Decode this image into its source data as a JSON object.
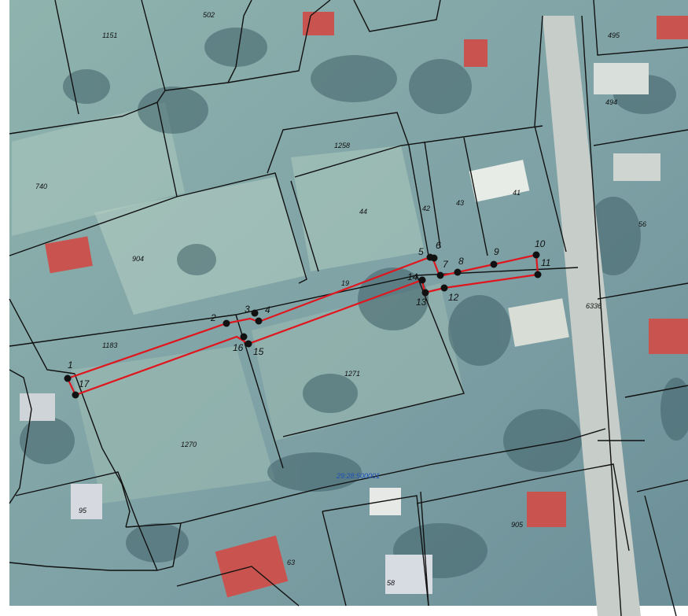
{
  "map": {
    "colors": {
      "imagery_base": "#7fa3a6",
      "imagery_light": "#b9d0c7",
      "imagery_dark": "#3b5a63",
      "road": "#c7cdc9",
      "parcel_line": "#111111",
      "route_line": "#e0161e",
      "vertex": "#111111",
      "roof_red": "#c9544f",
      "quarter_label": "#1e4fb8"
    },
    "parcels": [
      "1151",
      "502",
      "495",
      "494",
      "740",
      "1258",
      "44",
      "42",
      "43",
      "41",
      "904",
      "19",
      "56",
      "1183",
      "1271",
      "6336",
      "1270",
      "95",
      "905",
      "63",
      "58"
    ],
    "quarter": "29:28:500001",
    "points": [
      "1",
      "2",
      "3",
      "4",
      "5",
      "6",
      "7",
      "8",
      "9",
      "10",
      "11",
      "12",
      "13",
      "14",
      "15",
      "16",
      "17"
    ]
  }
}
